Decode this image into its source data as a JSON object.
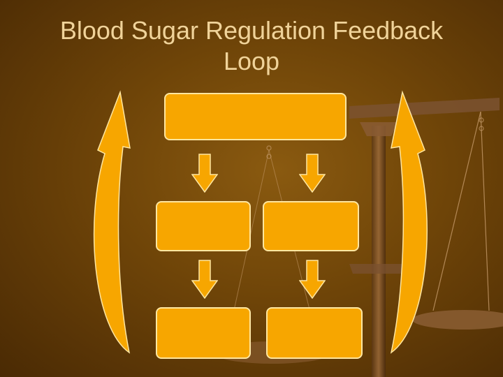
{
  "slide": {
    "title_line1": "Blood Sugar Regulation Feedback",
    "title_line2": "Loop"
  },
  "background_image": "balance-scale",
  "colors": {
    "background": "#6e4408",
    "box_fill": "#f7a600",
    "box_border": "#ffe6a0",
    "title_text": "#f0d39a",
    "curved_arrow_fill": "#f7a600"
  },
  "diagram": {
    "boxes": [
      {
        "id": "top",
        "label": ""
      },
      {
        "id": "middle-left",
        "label": ""
      },
      {
        "id": "middle-right",
        "label": ""
      },
      {
        "id": "bottom-left",
        "label": ""
      },
      {
        "id": "bottom-right",
        "label": ""
      }
    ]
  }
}
